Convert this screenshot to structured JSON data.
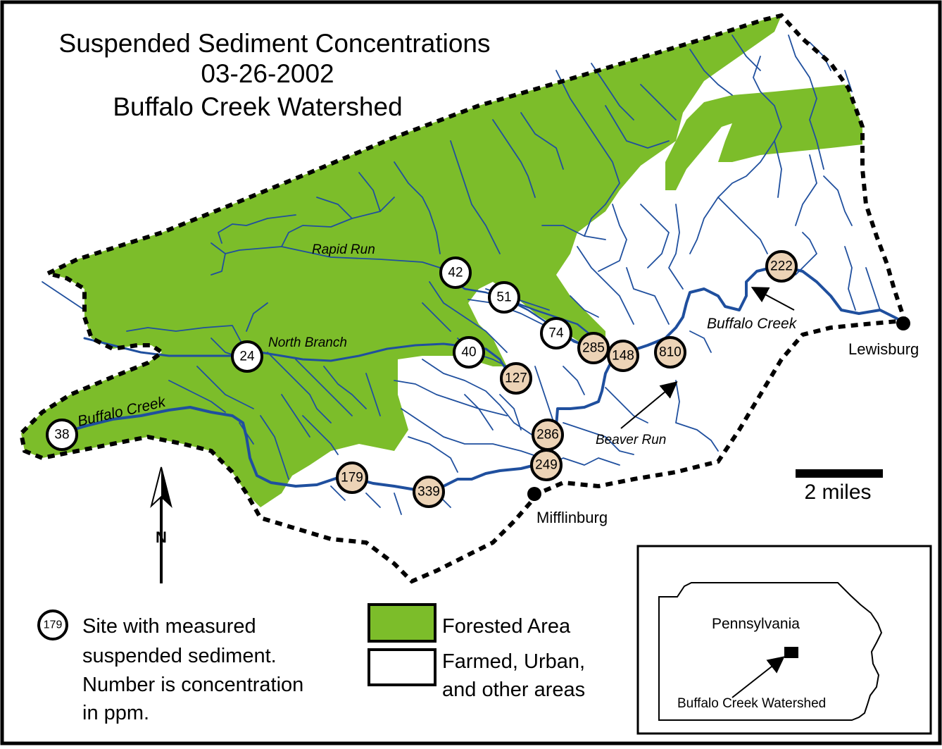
{
  "title": {
    "line1": "Suspended Sediment Concentrations",
    "line2": "03-26-2002",
    "line3": "Buffalo Creek Watershed"
  },
  "colors": {
    "forest": "#7cbd2a",
    "stream": "#1f4f9e",
    "site_low": "#ffffff",
    "site_high": "#ecd3b6",
    "boundary": "#000000"
  },
  "stream_labels": {
    "rapid_run": "Rapid Run",
    "north_branch": "North Branch",
    "buffalo_creek_west": "Buffalo Creek",
    "buffalo_creek_east": "Buffalo Creek",
    "beaver_run": "Beaver Run"
  },
  "towns": {
    "lewisburg": "Lewisburg",
    "mifflinburg": "Mifflinburg"
  },
  "scale_bar": {
    "label": "2 miles"
  },
  "north_arrow": {
    "label": "N"
  },
  "sites": [
    {
      "id": "s38",
      "value": "38",
      "tone": "low"
    },
    {
      "id": "s24",
      "value": "24",
      "tone": "low"
    },
    {
      "id": "s42",
      "value": "42",
      "tone": "low"
    },
    {
      "id": "s51",
      "value": "51",
      "tone": "low"
    },
    {
      "id": "s40",
      "value": "40",
      "tone": "low"
    },
    {
      "id": "s74",
      "value": "74",
      "tone": "low"
    },
    {
      "id": "s127",
      "value": "127",
      "tone": "high"
    },
    {
      "id": "s285",
      "value": "285",
      "tone": "high"
    },
    {
      "id": "s148",
      "value": "148",
      "tone": "high"
    },
    {
      "id": "s810",
      "value": "810",
      "tone": "high"
    },
    {
      "id": "s222",
      "value": "222",
      "tone": "high"
    },
    {
      "id": "s286",
      "value": "286",
      "tone": "high"
    },
    {
      "id": "s249",
      "value": "249",
      "tone": "high"
    },
    {
      "id": "s179",
      "value": "179",
      "tone": "high"
    },
    {
      "id": "s339",
      "value": "339",
      "tone": "high"
    }
  ],
  "legend": {
    "site_symbol": "179",
    "site_line1": "Site with measured",
    "site_line2": "suspended sediment.",
    "site_line3": "Number is concentration",
    "site_line4": "in ppm.",
    "forest_label": "Forested Area",
    "other_line1": "Farmed, Urban,",
    "other_line2": "and other areas"
  },
  "inset": {
    "state": "Pennsylvania",
    "watershed": "Buffalo Creek Watershed"
  }
}
